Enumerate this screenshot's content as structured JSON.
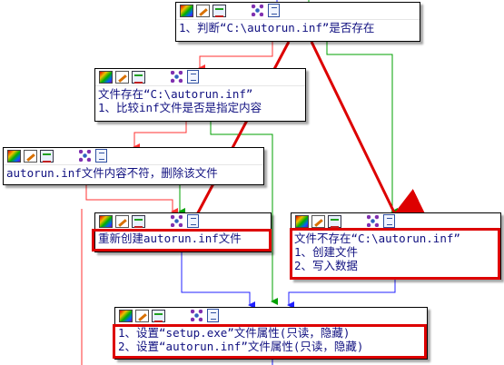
{
  "nodes": {
    "check_exists": {
      "lines": [
        "1、判断“C:\\autorun.inf”是否存在"
      ]
    },
    "file_exists": {
      "lines": [
        "文件存在“C:\\autorun.inf”",
        "1、比较inf文件是否是指定内容"
      ]
    },
    "content_mismatch": {
      "lines": [
        "autorun.inf文件内容不符，删除该文件"
      ]
    },
    "recreate": {
      "lines": [
        "重新创建autorun.inf文件"
      ]
    },
    "not_exists": {
      "lines": [
        "文件不存在“C:\\autorun.inf”",
        "1、创建文件",
        "2、写入数据"
      ]
    },
    "set_attrs": {
      "lines": [
        "1、设置“setup.exe”文件属性(只读，隐藏)",
        "2、设置“autorun.inf”文件属性(只读，隐藏)"
      ]
    }
  },
  "toolbar_icons": [
    "palette-icon",
    "edit-icon",
    "graph-icon",
    "group-icon",
    "doc-icon"
  ],
  "colors": {
    "edge_true": "#00a000",
    "edge_false": "#ff3030",
    "edge_plain": "#2020ff",
    "highlight": "#dd0000",
    "node_text": "#101080"
  }
}
